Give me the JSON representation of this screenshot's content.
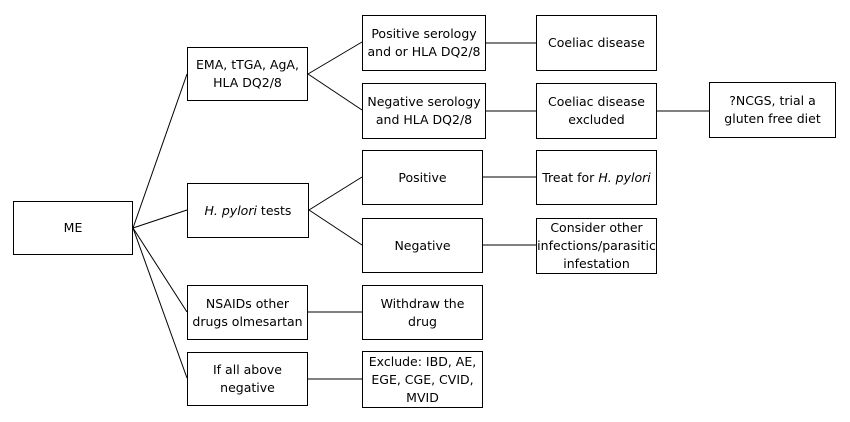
{
  "nodes": {
    "me": "ME",
    "ema": "EMA, tTGA, AgA, HLA DQ2/8",
    "pos_serology": "Positive serology and or HLA DQ2/8",
    "neg_serology": "Negative serology and HLA DQ2/8",
    "coeliac": "Coeliac disease",
    "coeliac_excluded": "Coeliac disease excluded",
    "ncgs": "?NCGS, trial a gluten free diet",
    "hpylori_tests_italic": "H. pylori",
    "hpylori_tests_rest": " tests",
    "positive": "Positive",
    "negative": "Negative",
    "treat_prefix": "Treat for ",
    "treat_italic": "H. pylori",
    "consider_other": "Consider other infections/parasitic infestation",
    "nsaids": "NSAIDs other drugs olmesartan",
    "withdraw": "Withdraw the drug",
    "all_negative": "If all above negative",
    "exclude": "Exclude: IBD, AE, EGE, CGE, CVID, MVID"
  }
}
